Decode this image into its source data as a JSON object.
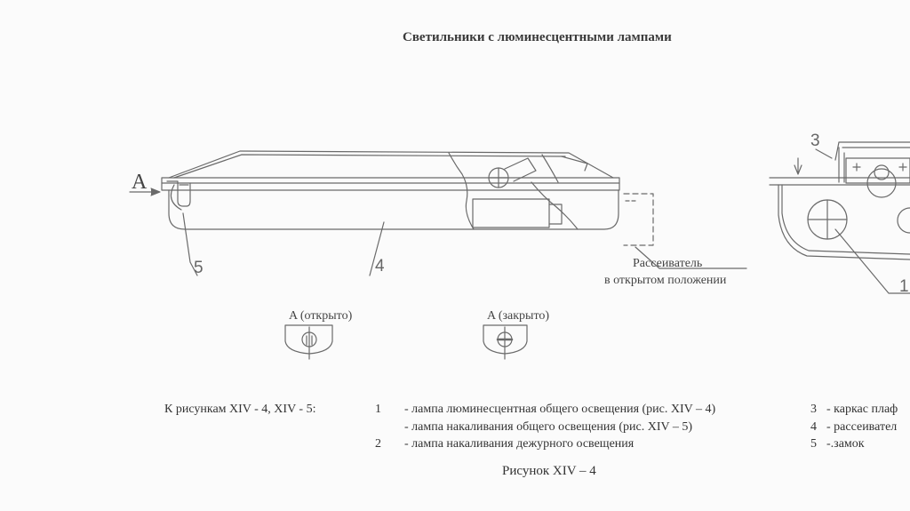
{
  "title": "Светильники с люминесцентными лампами",
  "drawing": {
    "view_arrow_label": "A",
    "callout_5": "5",
    "callout_4": "4",
    "callout_3": "3",
    "callout_1": "1",
    "diffuser_label_line1": "Рассеиватель",
    "diffuser_label_line2": "в открытом положении",
    "lock_open_label": "A (открыто)",
    "lock_closed_label": "A (закрыто)"
  },
  "legend": {
    "intro": "К рисункам XIV - 4, XIV - 5:",
    "left_items": [
      {
        "num": "1",
        "text": "- лампа люминесцентная общего освещения (рис. XIV – 4)"
      },
      {
        "num": "",
        "text": "- лампа накаливания общего освещения (рис. XIV – 5)"
      },
      {
        "num": "2",
        "text": "- лампа накаливания дежурного освещения"
      }
    ],
    "right_items": [
      {
        "num": "3",
        "text": "- каркас плаф"
      },
      {
        "num": "4",
        "text": "- рассеивател"
      },
      {
        "num": "5",
        "text": "-.замок"
      }
    ]
  },
  "caption": "Рисунок  XIV – 4"
}
